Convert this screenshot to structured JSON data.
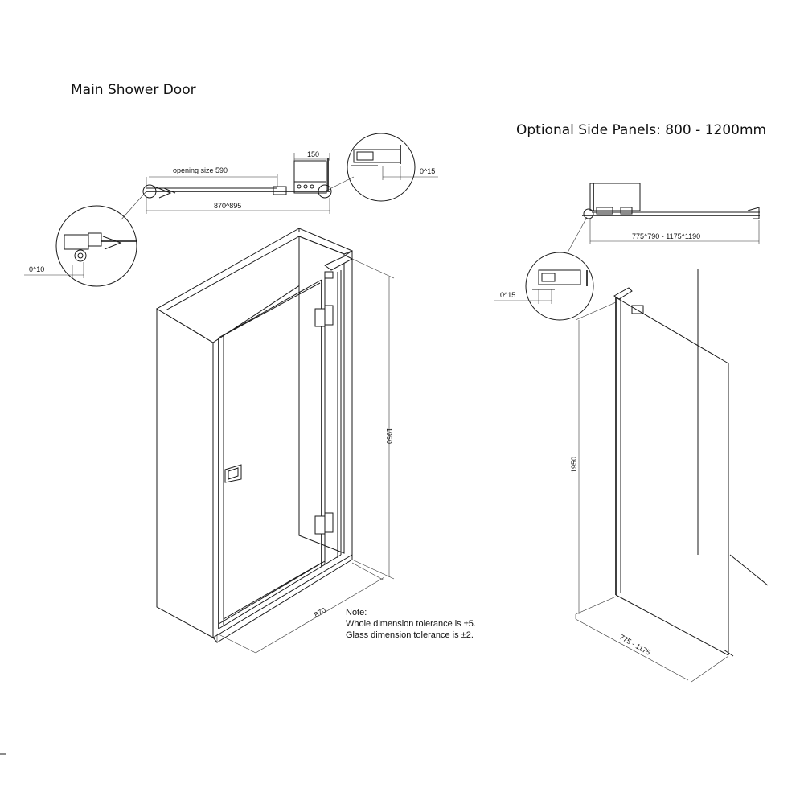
{
  "titles": {
    "main": "Main Shower Door",
    "side": "Optional Side Panels: 800 - 1200mm"
  },
  "door_plan": {
    "opening": "opening size 590",
    "hinge_width": "150",
    "overall": "870^895",
    "detail_right": "0^15",
    "detail_left": "0^10"
  },
  "door_elevation": {
    "height": "1950",
    "width": "870"
  },
  "panel_plan": {
    "overall": "775^790 - 1175^1190",
    "detail": "0^15"
  },
  "panel_elevation": {
    "height": "1950",
    "width": "775 - 1175"
  },
  "note": {
    "heading": "Note:",
    "line1": "Whole dimension tolerance is ±5.",
    "line2": "Glass dimension tolerance is ±2."
  }
}
